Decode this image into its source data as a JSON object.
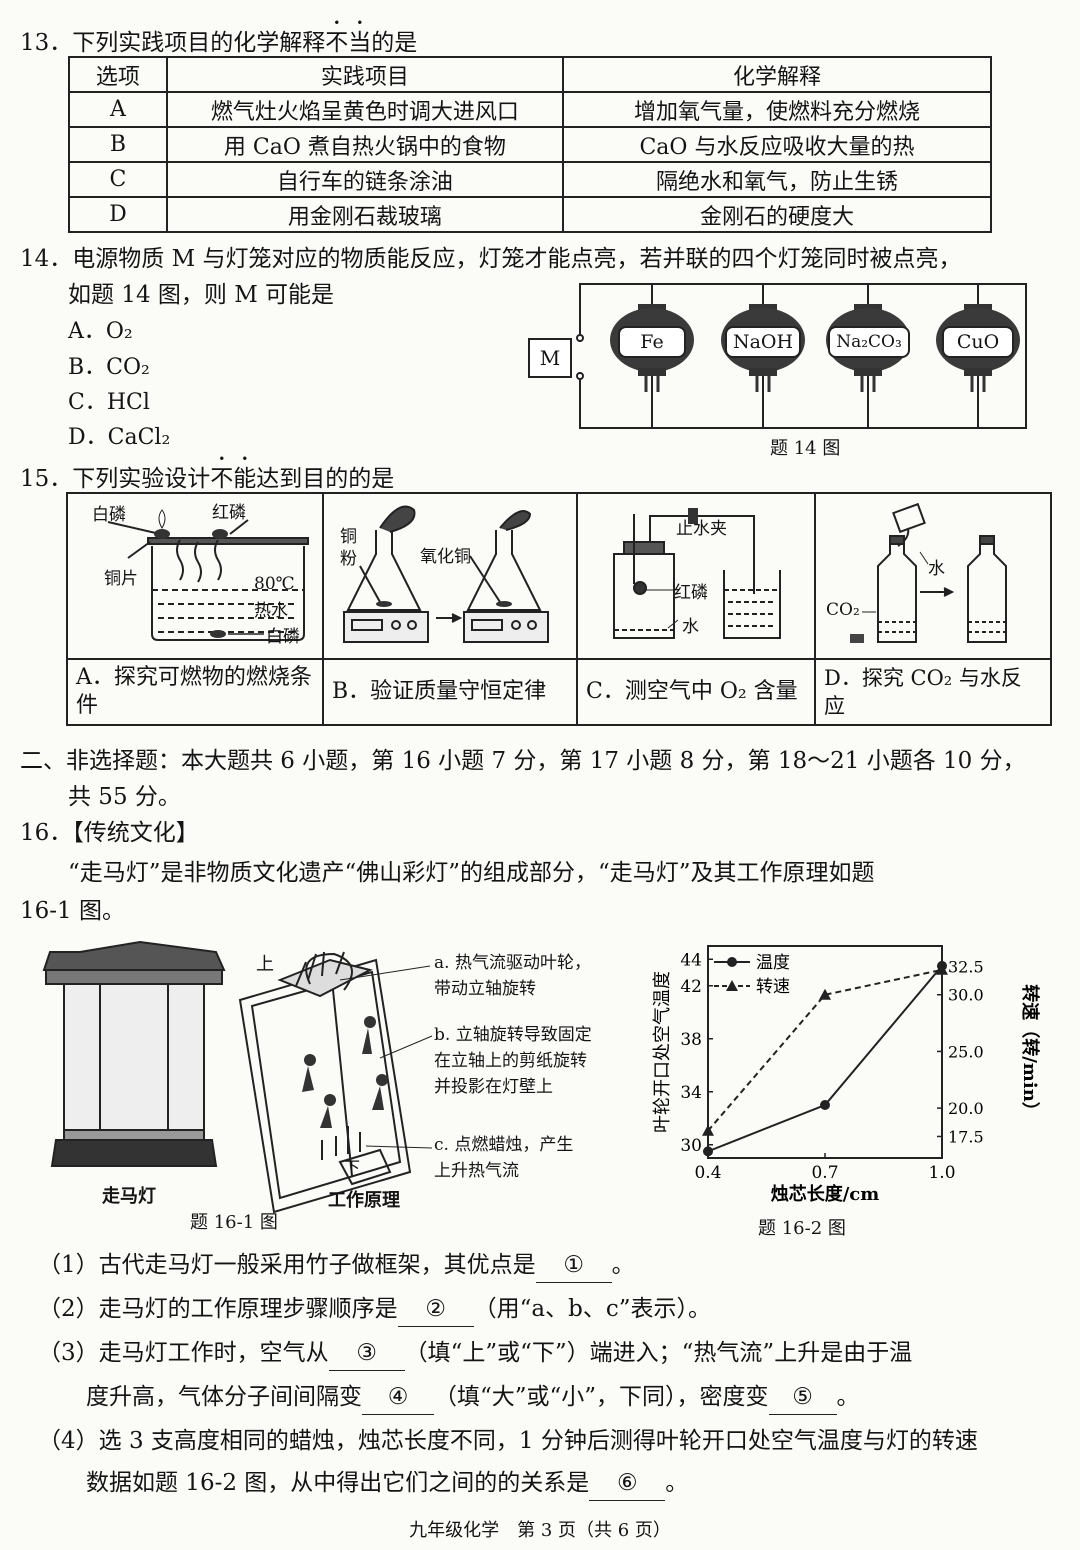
{
  "q13": {
    "stem_before": "13．下列实践项目的化学解释",
    "stem_emph": "不当",
    "stem_after": "的是",
    "headers": [
      "选项",
      "实践项目",
      "化学解释"
    ],
    "rows": [
      [
        "A",
        "燃气灶火焰呈黄色时调大进风口",
        "增加氧气量，使燃料充分燃烧"
      ],
      [
        "B",
        "用 CaO 煮自热火锅中的食物",
        "CaO 与水反应吸收大量的热"
      ],
      [
        "C",
        "自行车的链条涂油",
        "隔绝水和氧气，防止生锈"
      ],
      [
        "D",
        "用金刚石裁玻璃",
        "金刚石的硬度大"
      ]
    ]
  },
  "q14": {
    "stem_line1": "14．电源物质 M 与灯笼对应的物质能反应，灯笼才能点亮，若并联的四个灯笼同时被点亮，",
    "stem_line2": "如题 14 图，则 M 可能是",
    "options": [
      "A．O₂",
      "B．CO₂",
      "C．HCl",
      "D．CaCl₂"
    ],
    "source_label": "M",
    "lanterns": [
      "Fe",
      "NaOH",
      "Na₂CO₃",
      "CuO"
    ],
    "caption": "题 14 图"
  },
  "q15": {
    "stem_before": "15．下列实验设计",
    "stem_emph": "不能",
    "stem_after": "达到目的的是",
    "diagram_a": {
      "white_p": "白磷",
      "red_p": "红磷",
      "copper": "铜片",
      "temp": "80℃",
      "water": "热水",
      "white_p2": "白磷"
    },
    "diagram_b": {
      "cu_powder_1": "铜",
      "cu_powder_2": "粉",
      "cuo": "氧化铜"
    },
    "diagram_c": {
      "clamp": "止水夹",
      "red_p": "红磷",
      "water": "水"
    },
    "diagram_d": {
      "water": "水",
      "co2": "CO₂"
    },
    "captions": [
      "A．探究可燃物的燃烧条件",
      "B．验证质量守恒定律",
      "C．测空气中 O₂ 含量",
      "D．探究 CO₂ 与水反应"
    ]
  },
  "section2": {
    "line1": "二、非选择题：本大题共 6 小题，第 16 小题 7 分，第 17 小题 8 分，第 18～21 小题各 10 分，",
    "line2": "共 55 分。"
  },
  "q16": {
    "title": "16．【传统文化】",
    "intro_line1": "“走马灯”是非物质文化遗产“佛山彩灯”的组成部分，“走马灯”及其工作原理如题",
    "intro_line2": "16-1 图。",
    "fig1": {
      "lantern_label": "走马灯",
      "principle_label": "工作原理",
      "top": "上",
      "bottom": "下",
      "a1": "a. 热气流驱动叶轮，",
      "a2": "带动立轴旋转",
      "b1": "b. 立轴旋转导致固定",
      "b2": "在立轴上的剪纸旋转",
      "b3": "并投影在灯壁上",
      "c1": "c. 点燃蜡烛，产生",
      "c2": "上升热气流",
      "caption": "题 16-1 图"
    },
    "fig2_caption": "题 16-2 图",
    "sub1": {
      "text": "（1）古代走马灯一般采用竹子做框架，其优点是",
      "blank": "①",
      "end": "。"
    },
    "sub2": {
      "text": "（2）走马灯的工作原理步骤顺序是",
      "blank": "②",
      "end": "（用“a、b、c”表示）。"
    },
    "sub3": {
      "text": "（3）走马灯工作时，空气从",
      "blank1": "③",
      "mid1": "（填“上”或“下”）端进入；“热气流”上升是由于温",
      "line2_a": "度升高，气体分子间间隔变",
      "blank2": "④",
      "mid2": "（填“大”或“小”，下同），密度变",
      "blank3": "⑤",
      "end": "。"
    },
    "sub4": {
      "line1": "（4）选 3 支高度相同的蜡烛，烛芯长度不同，1 分钟后测得叶轮开口处空气温度与灯的转速",
      "line2_a": "数据如题 16-2 图，从中得出它们之间的的关系是",
      "blank": "⑥",
      "end": "。"
    }
  },
  "chart_data": {
    "type": "line",
    "title": "",
    "xlabel": "烛芯长度/cm",
    "ylabel": "叶轮开口处空气温度",
    "y2label": "转速（转/min）",
    "x": [
      0.4,
      0.7,
      1.0
    ],
    "x_ticks": [
      "0.4",
      "0.7",
      "1.0"
    ],
    "ylim": [
      29,
      45
    ],
    "y_ticks": [
      "30",
      "34",
      "38",
      "42",
      "44"
    ],
    "y2lim": [
      15.6,
      34.3
    ],
    "y2_ticks": [
      "17.5",
      "20.0",
      "25.0",
      "30.0",
      "32.5"
    ],
    "legend_position": "top-left",
    "series": [
      {
        "name": "温度",
        "axis": "left",
        "marker": "circle",
        "line": "solid",
        "values": [
          29.5,
          33,
          43.5
        ]
      },
      {
        "name": "转速",
        "axis": "right",
        "marker": "triangle",
        "line": "dashed",
        "values": [
          18,
          30,
          32.2
        ]
      }
    ]
  },
  "footer": "九年级化学　第 3 页（共 6 页）"
}
